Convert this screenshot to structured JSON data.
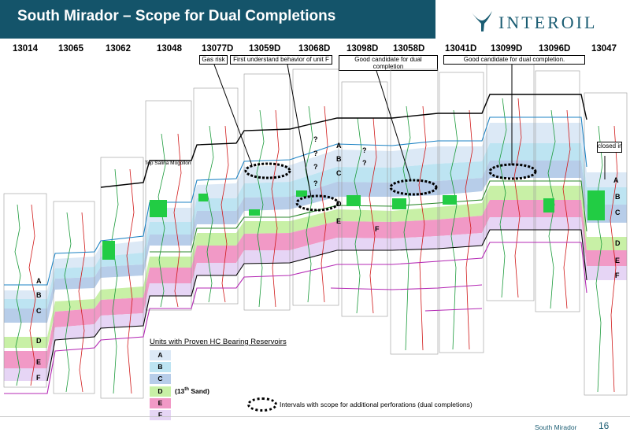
{
  "header": {
    "title": "South Mirador – Scope for Dual Completions"
  },
  "logo": {
    "text": "INTEROIL",
    "icon": "whale-tail-icon"
  },
  "wells": [
    "13014",
    "13065",
    "13062",
    "13048",
    "13077D",
    "13059D",
    "13068D",
    "13098D",
    "13058D",
    "13041D",
    "13099D",
    "13096D",
    "13047"
  ],
  "callouts": {
    "gas_risk": "Gas risk",
    "first_understand": "First understand behavior of unit F",
    "good_candidate_1": "Good candidate for dual completion",
    "good_candidate_2": "Good candidate for dual completion.",
    "closed_in": "closed in"
  },
  "cross_section": {
    "top_label": "Top Salina Mogollon",
    "question_mark": "?",
    "units": [
      "A",
      "B",
      "C",
      "D",
      "E",
      "F"
    ]
  },
  "legend": {
    "title": "Units with Proven HC Bearing Reservoirs",
    "units": [
      {
        "label": "A",
        "color": "#dce9f6"
      },
      {
        "label": "B",
        "color": "#bde4f2"
      },
      {
        "label": "C",
        "color": "#b7cde9"
      },
      {
        "label": "D",
        "color": "#c8f0a6"
      },
      {
        "label": "E",
        "color": "#f199c6"
      },
      {
        "label": "F",
        "color": "#e6d5f5"
      }
    ],
    "sand_note_prefix": "(13",
    "sand_note_sup": "th",
    "sand_note_suffix": " Sand)",
    "ellipse_text": "Intervals with scope for additional perforations (dual completions)"
  },
  "footer": {
    "name": "South Mirador",
    "page": "16"
  },
  "colors": {
    "header_bg": "#14546a",
    "brand": "#1b5d73",
    "green_marker": "#22cc44"
  }
}
